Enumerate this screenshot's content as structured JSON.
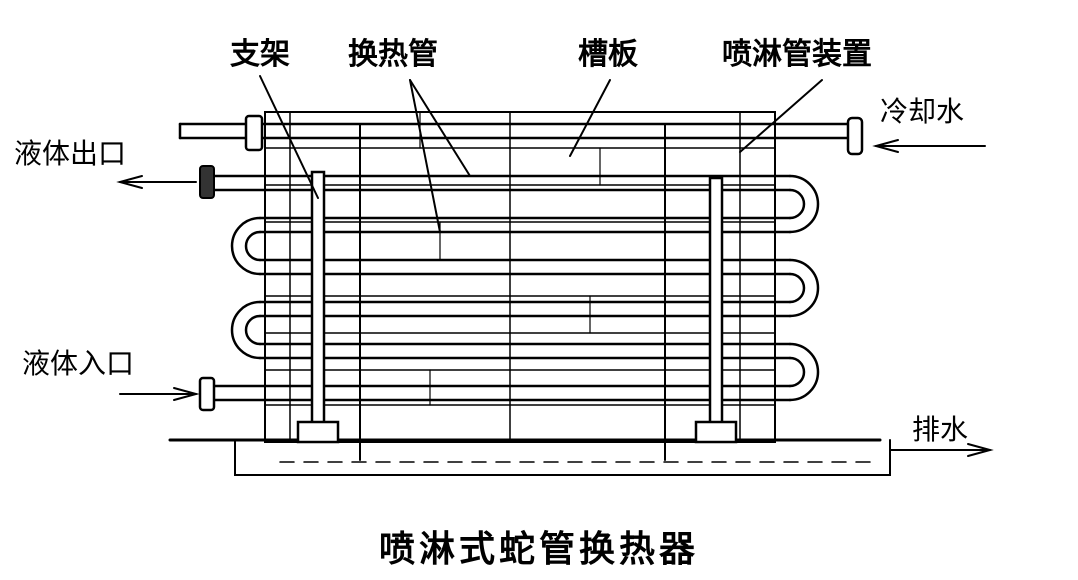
{
  "labels": {
    "bracket": "支架",
    "heat_tube": "换热管",
    "trough_plate": "槽板",
    "spray_device": "喷淋管装置",
    "cooling_water": "冷却水",
    "liquid_outlet": "液体出口",
    "liquid_inlet": "液体入口",
    "drain": "排水"
  },
  "caption": "喷淋式蛇管换热器",
  "colors": {
    "line": "#000000",
    "background": "#ffffff"
  }
}
